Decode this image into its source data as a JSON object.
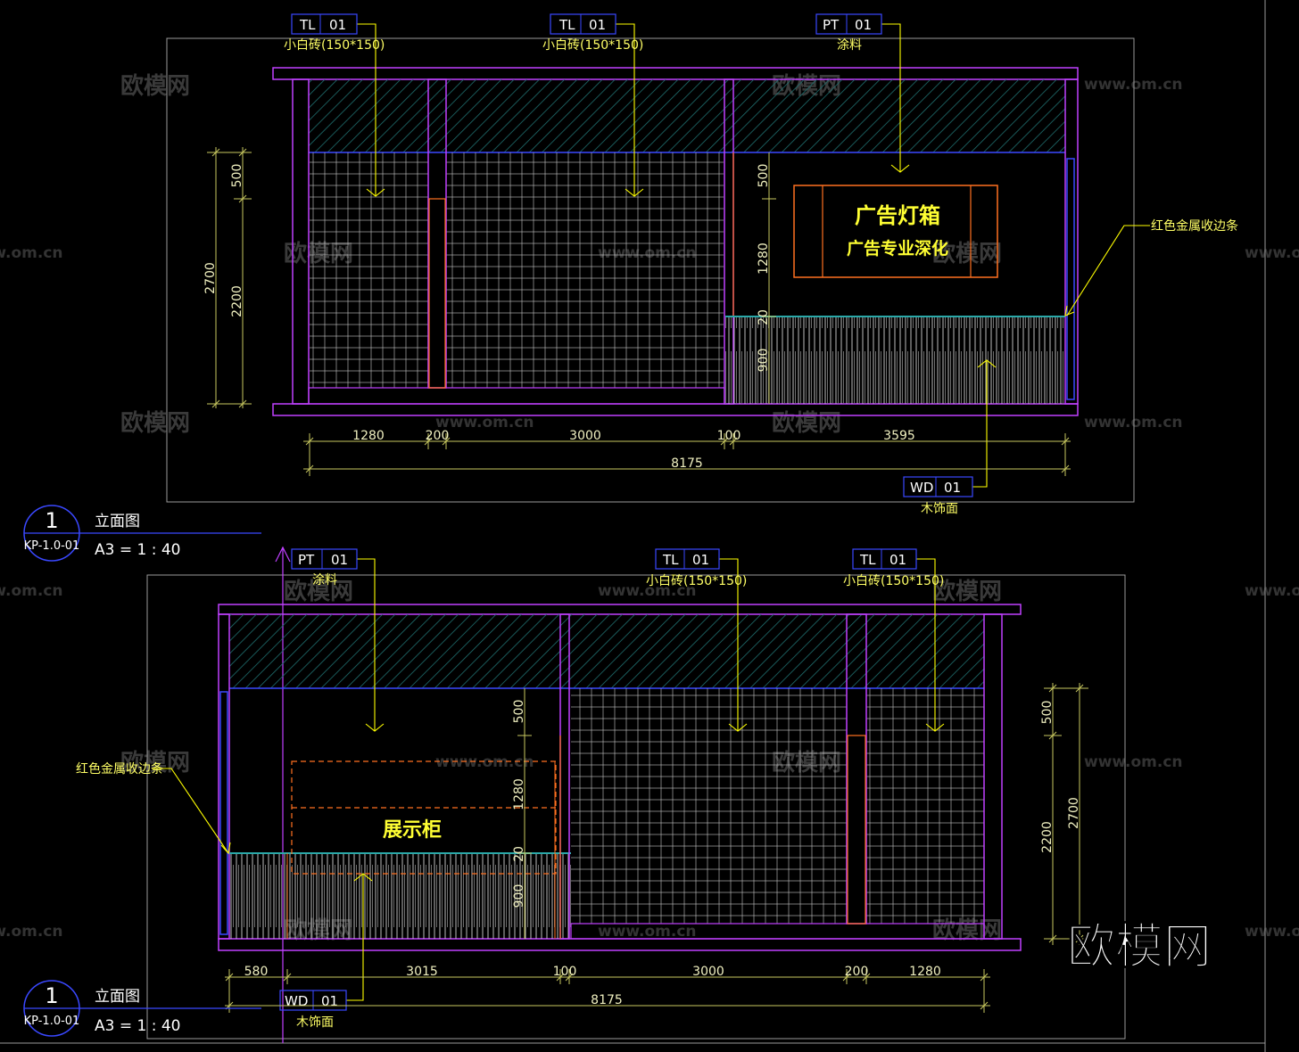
{
  "watermark": {
    "text": "欧模网",
    "url": "www.om.cn",
    "corner_logo": "欧模网"
  },
  "colors": {
    "background": "#000000",
    "frame": "#9a9a9a",
    "magenta": "#c040ff",
    "yellow": "#ffff00",
    "blue": "#3a48ff",
    "orange": "#ff7020",
    "dim": "#c8c860",
    "white": "#ffffff"
  },
  "elevation_a": {
    "tags": [
      {
        "code": "TL",
        "num": "01",
        "label": "小白砖(150*150)"
      },
      {
        "code": "TL",
        "num": "01",
        "label": "小白砖(150*150)"
      },
      {
        "code": "PT",
        "num": "01",
        "label": "涂料"
      },
      {
        "code": "WD",
        "num": "01",
        "label": "木饰面"
      }
    ],
    "lightbox_title": "广告灯箱",
    "lightbox_sub": "广告专业深化",
    "side_note": "红色金属收边条",
    "dims_horizontal": [
      "1280",
      "200",
      "3000",
      "100",
      "3595"
    ],
    "dim_total": "8175",
    "dims_left": [
      "500",
      "2200",
      "2700"
    ],
    "dims_inner": [
      "500",
      "1280",
      "20",
      "900"
    ],
    "title_block": {
      "number": "1",
      "code": "KP-1.0-01",
      "name": "立面图",
      "scale": "A3 = 1 : 40"
    }
  },
  "elevation_b": {
    "tags": [
      {
        "code": "PT",
        "num": "01",
        "label": "涂料"
      },
      {
        "code": "TL",
        "num": "01",
        "label": "小白砖(150*150)"
      },
      {
        "code": "TL",
        "num": "01",
        "label": "小白砖(150*150)"
      },
      {
        "code": "WD",
        "num": "01",
        "label": "木饰面"
      }
    ],
    "cabinet_label": "展示柜",
    "side_note": "红色金属收边条",
    "dims_horizontal": [
      "580",
      "3015",
      "100",
      "3000",
      "200",
      "1280"
    ],
    "dim_total": "8175",
    "dims_right": [
      "500",
      "2200",
      "2700"
    ],
    "dims_inner": [
      "500",
      "1280",
      "20",
      "900"
    ],
    "title_block": {
      "number": "1",
      "code": "KP-1.0-01",
      "name": "立面图",
      "scale": "A3 = 1 : 40"
    }
  }
}
